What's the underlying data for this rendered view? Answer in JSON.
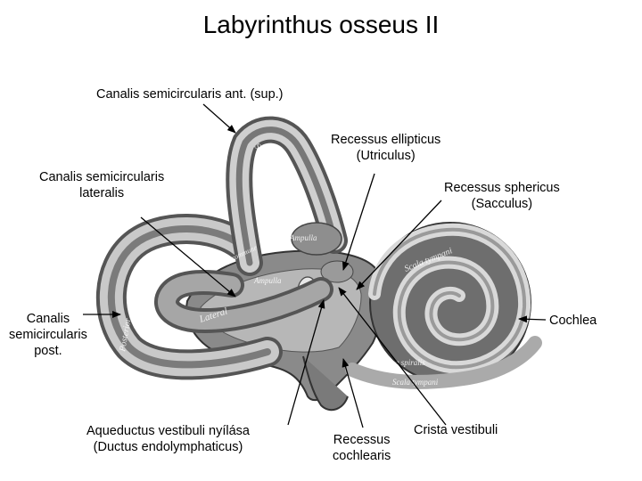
{
  "diagram": {
    "title": "Labyrinthus osseus II",
    "labels": {
      "canalis_ant": "Canalis semicircularis ant. (sup.)",
      "recessus_ellipticus_1": "Recessus ellipticus",
      "recessus_ellipticus_2": "(Utriculus)",
      "canalis_lateralis_1": "Canalis semicircularis",
      "canalis_lateralis_2": "lateralis",
      "recessus_sphericus_1": "Recessus sphericus",
      "recessus_sphericus_2": "(Sacculus)",
      "canalis_post_1": "Canalis",
      "canalis_post_2": "semicircularis",
      "canalis_post_3": "post.",
      "cochlea": "Cochlea",
      "aqueductus_1": "Aqueductus vestibuli nyílása",
      "aqueductus_2": "(Ductus endolymphaticus)",
      "recessus_cochlearis_1": "Recessus",
      "recessus_cochlearis_2": "cochlearis",
      "crista_vestibuli": "Crista vestibuli"
    },
    "engraving": {
      "superior": "Superior",
      "posterior": "Posterior",
      "lateral": "Lateral",
      "ampulla_1": "Ampulla",
      "ampulla_2": "Ampulla",
      "crus_commune": "Crus commune",
      "scala_tympani_1": "Scala tympani",
      "scala_tympani_2": "Scala tympani",
      "lamina_spiralis": "Lamina spiralis"
    }
  }
}
